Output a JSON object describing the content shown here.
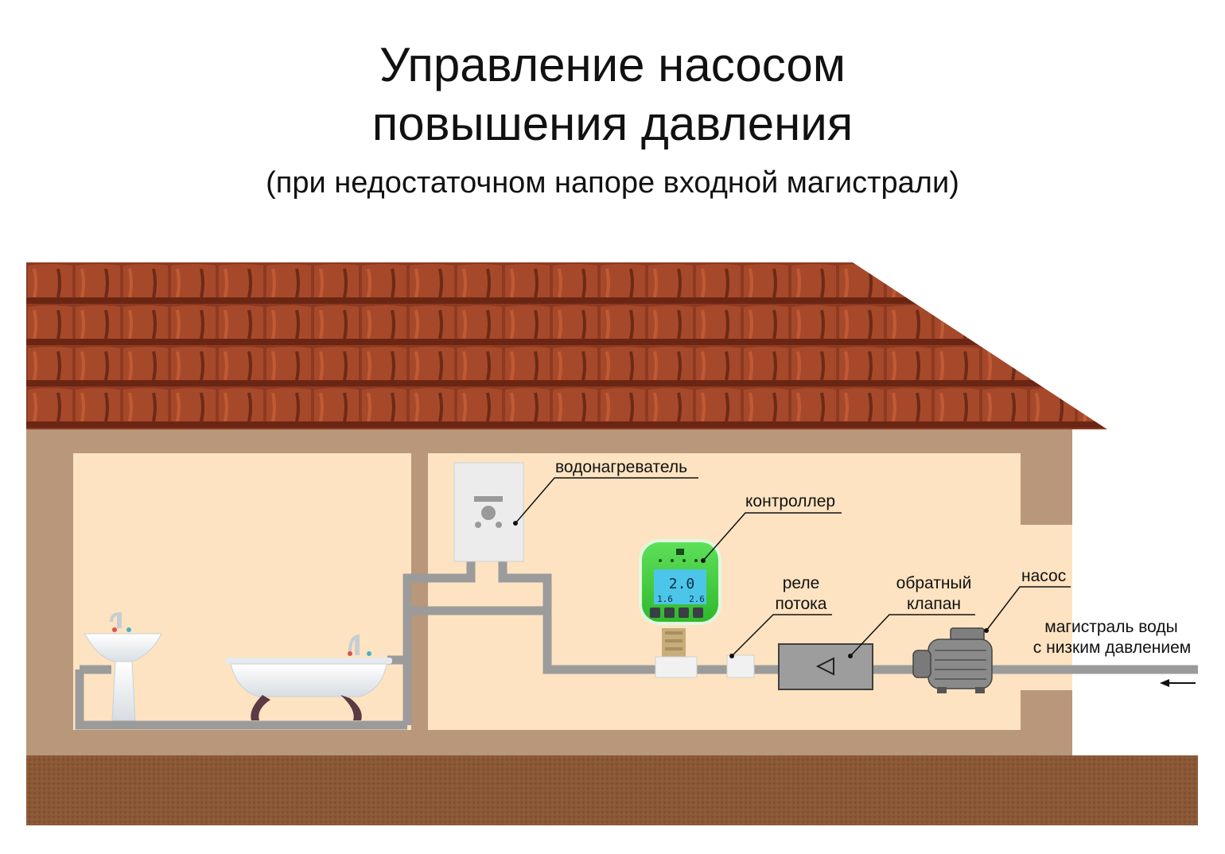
{
  "title_line1": "Управление насосом",
  "title_line2": "повышения давления",
  "subtitle": "(при недостаточном напоре входной магистрали)",
  "labels": {
    "heater": "водонагреватель",
    "controller": "контроллер",
    "flow_relay_line1": "реле",
    "flow_relay_line2": "потока",
    "check_valve_line1": "обратный",
    "check_valve_line2": "клапан",
    "pump": "насос",
    "main_line1": "магистраль воды",
    "main_line2": "с низким давлением"
  },
  "controller_display": {
    "main_value": "2.0",
    "left_value": "1.6",
    "right_value": "2.6"
  },
  "colors": {
    "roof": "#8e3a22",
    "wall": "#b8977a",
    "room": "#fde3c1",
    "ground": "#8c5a34",
    "pipe": "#9b9b9b",
    "controller_body": "#3fd13b",
    "controller_screen": "#4cc6e8"
  }
}
